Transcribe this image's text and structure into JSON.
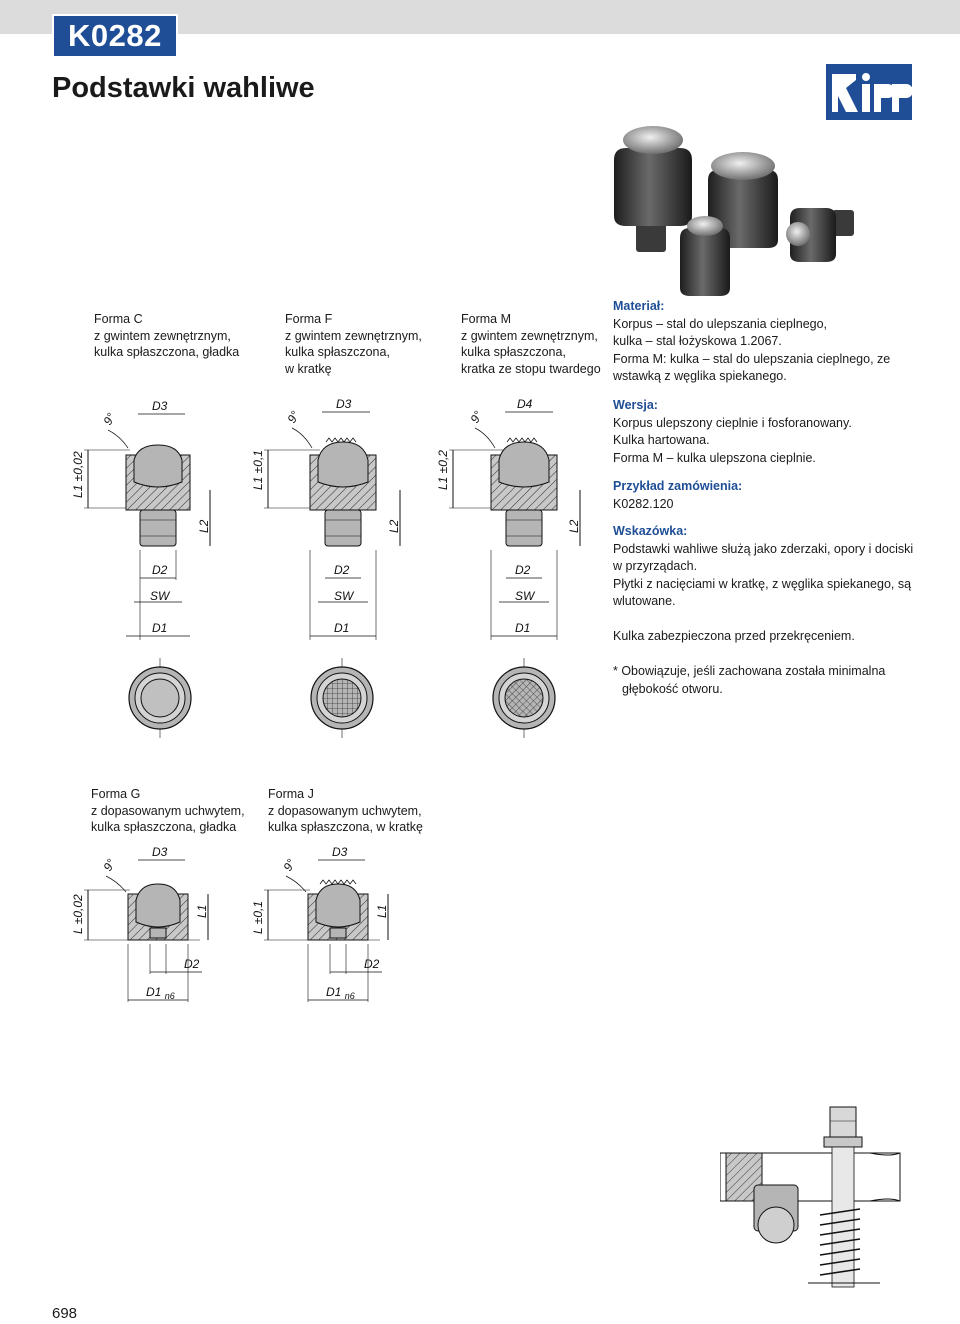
{
  "header": {
    "code": "K0282",
    "title": "Podstawki wahliwe"
  },
  "page_number": "698",
  "colors": {
    "brand_blue": "#1f4e96",
    "bar_gray": "#dcdcdc",
    "part_gray": "#b5b5b5"
  },
  "forms": {
    "c": {
      "l1": "Forma C",
      "l2": "z gwintem zewnętrznym,",
      "l3": "kulka spłaszczona, gładka",
      "l4": ""
    },
    "f": {
      "l1": "Forma F",
      "l2": "z gwintem zewnętrznym,",
      "l3": "kulka spłaszczona,",
      "l4": "w kratkę"
    },
    "m": {
      "l1": "Forma M",
      "l2": "z gwintem zewnętrznym,",
      "l3": "kulka spłaszczona,",
      "l4": "kratka ze stopu twardego"
    },
    "g": {
      "l1": "Forma G",
      "l2": "z dopasowanym uchwytem,",
      "l3": "kulka spłaszczona, gładka"
    },
    "j": {
      "l1": "Forma J",
      "l2": "z dopasowanym uchwytem,",
      "l3": "kulka spłaszczona, w kratkę"
    }
  },
  "dims": {
    "c": {
      "angle": "9°",
      "top": "D3",
      "l1": "L1 ±0,02",
      "l2": "L2",
      "d2": "D2",
      "sw": "SW",
      "d1": "D1"
    },
    "f": {
      "angle": "9°",
      "top": "D3",
      "l1": "L1 ±0,1",
      "l2": "L2",
      "d2": "D2",
      "sw": "SW",
      "d1": "D1"
    },
    "m": {
      "angle": "9°",
      "top": "D4",
      "l1": "L1 ±0,2",
      "l2": "L2",
      "d2": "D2",
      "sw": "SW",
      "d1": "D1"
    },
    "g": {
      "angle": "9°",
      "top": "D3",
      "l": "L ±0,02",
      "l1": "L1",
      "d2": "D2",
      "d1": "D1",
      "d1_sub": "n6"
    },
    "j": {
      "angle": "9°",
      "top": "D3",
      "l": "L ±0,1",
      "l1": "L1",
      "d2": "D2",
      "d1": "D1",
      "d1_sub": "n6"
    }
  },
  "info": {
    "material": {
      "heading": "Materiał:",
      "lines": [
        "Korpus – stal do ulepszania cieplnego,",
        "kulka – stal łożyskowa 1.2067.",
        "Forma M: kulka – stal do ulepszania cieplnego, ze",
        "wstawką z węglika spiekanego."
      ]
    },
    "version": {
      "heading": "Wersja:",
      "lines": [
        "Korpus ulepszony cieplnie i fosforanowany.",
        "Kulka hartowana.",
        "Forma M – kulka ulepszona cieplnie."
      ]
    },
    "order": {
      "heading": "Przykład zamówienia:",
      "lines": [
        "K0282.120"
      ]
    },
    "hint": {
      "heading": "Wskazówka:",
      "lines": [
        "Podstawki wahliwe służą jako zderzaki, opory i dociski",
        "w przyrządach.",
        "Płytki z nacięciami w kratkę, z węglika spiekanego, są",
        "wlutowane."
      ]
    },
    "note1": "Kulka zabezpieczona przed przekręceniem.",
    "note2_l1": "* Obowiązuje, jeśli zachowana została minimalna",
    "note2_l2": "głębokość otworu."
  }
}
